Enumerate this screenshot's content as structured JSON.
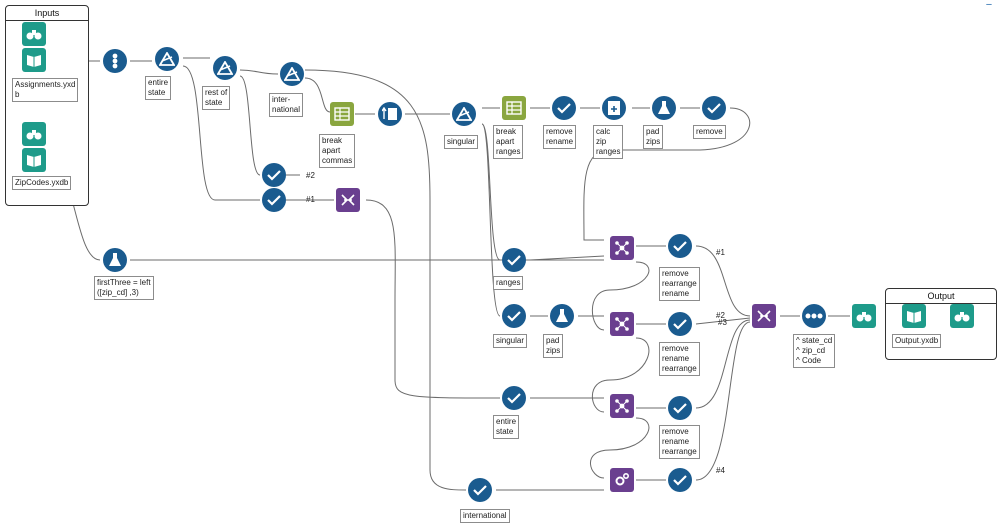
{
  "containers": {
    "inputs": {
      "title": "Inputs"
    },
    "output": {
      "title": "Output"
    }
  },
  "labels": {
    "assignments": "Assignments.yxd\nb",
    "zipcodes": "ZipCodes.yxdb",
    "entire_state_1": "entire\nstate",
    "rest_of_state": "rest of\nstate",
    "international_1": "inter-\nnational",
    "break_apart_commas": "break\napart\ncommas",
    "singular_1": "singular",
    "break_apart_ranges": "break\napart\nranges",
    "remove_rename_1": "remove\nrename",
    "calc_zip_ranges": "calc\nzip\nranges",
    "pad_zips_1": "pad\nzips",
    "remove_1": "remove",
    "first_three": "firstThree = left\n([zip_cd] ,3)",
    "ranges": "ranges",
    "singular_2": "singular",
    "pad_zips_2": "pad\nzips",
    "remove_rearrange_rename": "remove\nrearrange\nrename",
    "remove_rename_rearrange_1": "remove\nrename\nrearrange",
    "entire_state_2": "entire\nstate",
    "remove_rename_rearrange_2": "remove\nrename\nrearrange",
    "international_2": "international",
    "union_fields": "^ state_cd\n^ zip_cd\n^ Code",
    "output_file": "Output.yxdb"
  },
  "tags": {
    "hash2_top": "#2",
    "hash1_top": "#1",
    "hash1_right": "#1",
    "hash2_right": "#2",
    "hash3_right": "#3",
    "hash4_right": "#4"
  },
  "icons": [
    "binoculars-icon",
    "book-icon",
    "record-id-icon",
    "filter-icon",
    "checkmark-icon",
    "union-icon",
    "text-to-columns-icon",
    "generate-rows-icon",
    "formula-flask-icon",
    "join-icon",
    "macro-gear-icon",
    "sort-dots-icon"
  ],
  "colors": {
    "tool_blue": "#1a5b8f",
    "tool_olive": "#8aa63f",
    "tool_purple": "#6a3f8f",
    "tool_teal": "#1e9b8a",
    "connector": "#6b6b6b",
    "anchor": "#c6dd8a"
  }
}
